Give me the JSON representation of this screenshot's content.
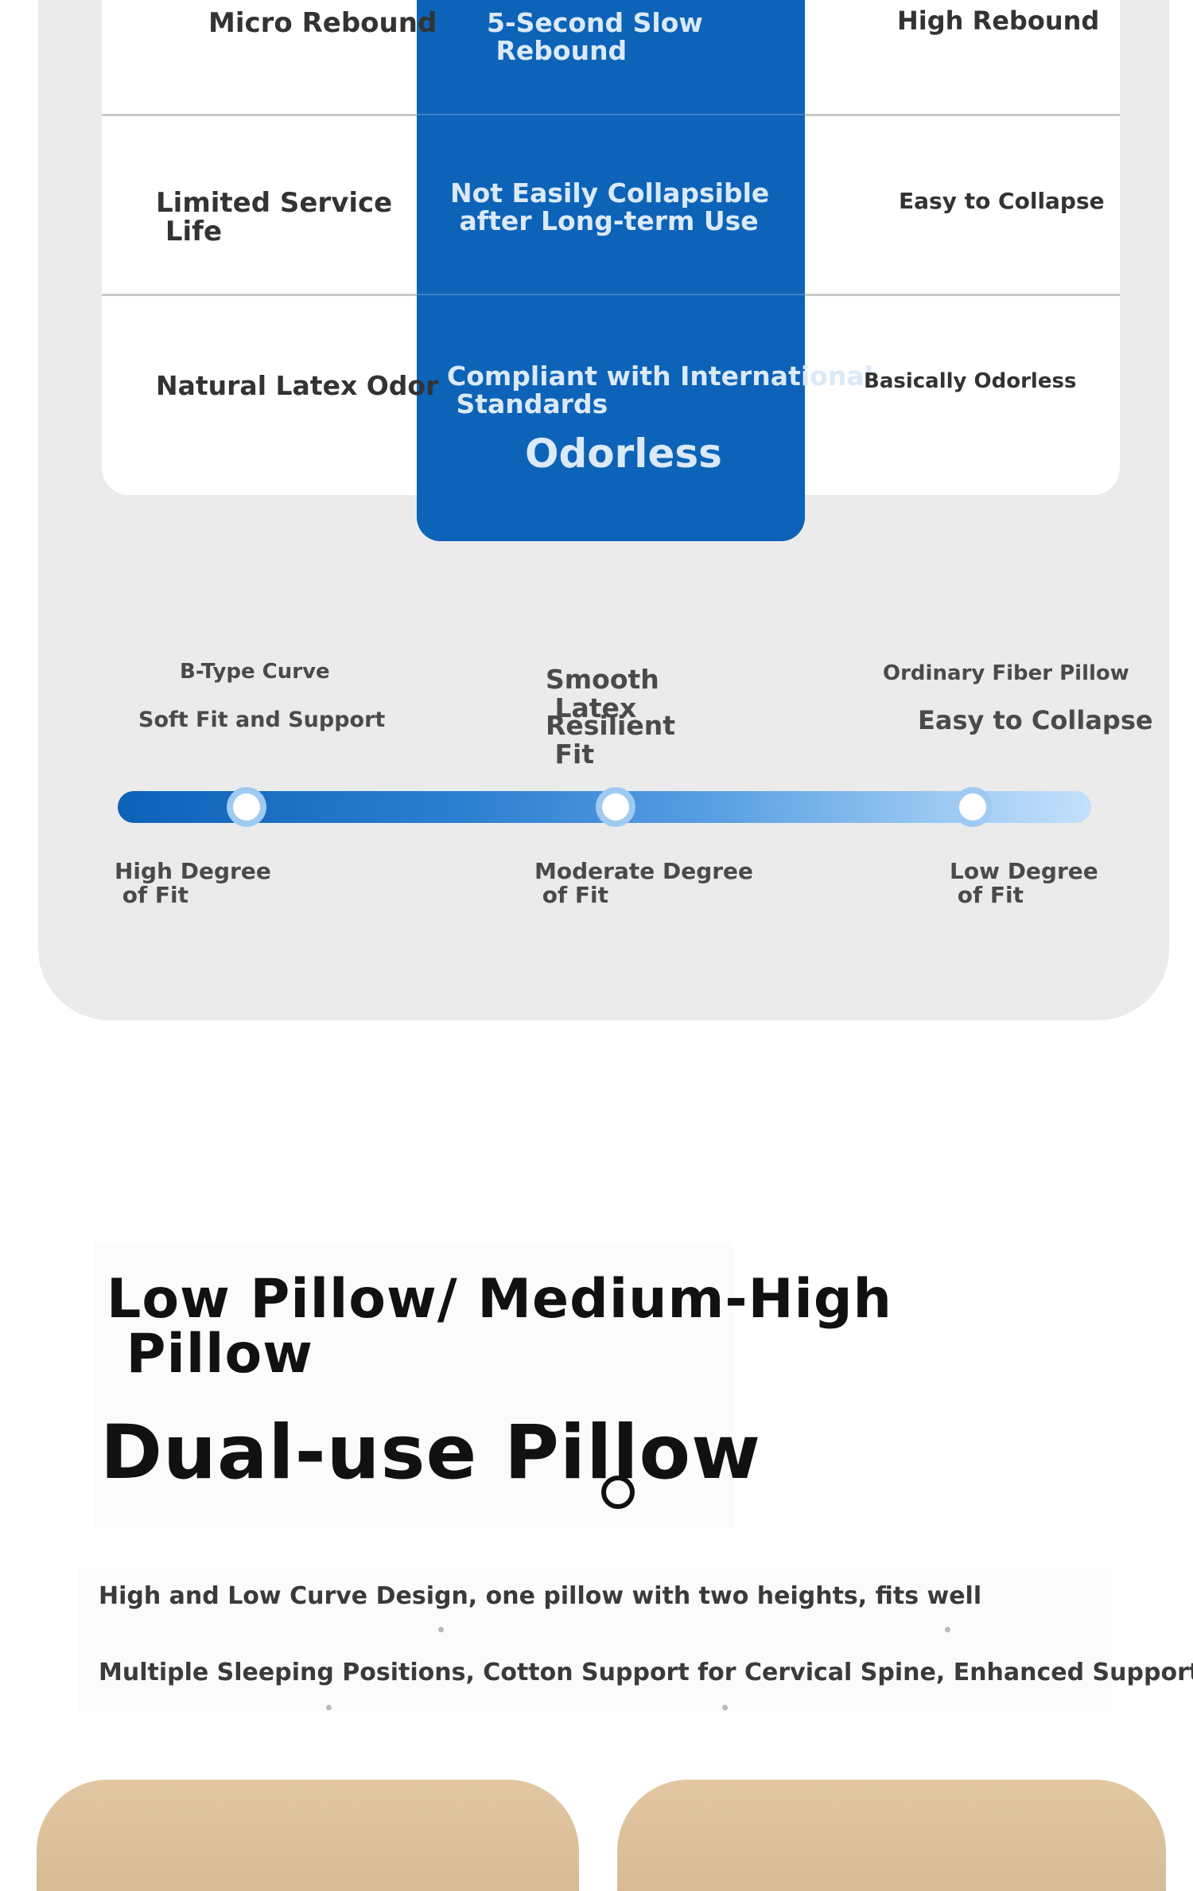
{
  "comparison": {
    "rows": [
      {
        "left": "Micro Rebound",
        "middle": "5-Second Slow\n Rebound",
        "right": "High Rebound"
      },
      {
        "left": "Limited Service\n Life",
        "middle": "Not Easily Collapsible\n after Long-term Use",
        "right": "Easy to Collapse"
      },
      {
        "left": "Natural Latex Odor",
        "middle": "Compliant with International\n Standards",
        "right": "Basically Odorless"
      }
    ],
    "highlight": "Odorless"
  },
  "fit_scale": {
    "columns": [
      {
        "top": "B-Type Curve",
        "feature": "Soft Fit and Support",
        "degree": "High Degree\n of Fit"
      },
      {
        "top": "Smooth\n Latex",
        "feature": "Resilient\n Fit",
        "degree": "Moderate Degree\n of Fit"
      },
      {
        "top": "Ordinary Fiber Pillow",
        "feature": "Easy to Collapse",
        "degree": "Low Degree\n of Fit"
      }
    ],
    "colors": {
      "track_start": "#0d62b8",
      "track_end": "#c3e0fb"
    }
  },
  "product": {
    "subtitle": "Low Pillow/ Medium-High\n Pillow",
    "title": "Dual-use Pillow",
    "features": [
      "High and Low Curve Design, one pillow with two heights, fits well",
      "Multiple Sleeping Positions, Cotton Support for Cervical Spine, Enhanced Support"
    ]
  },
  "icons": {
    "cursor": "cursor-ring-icon"
  }
}
